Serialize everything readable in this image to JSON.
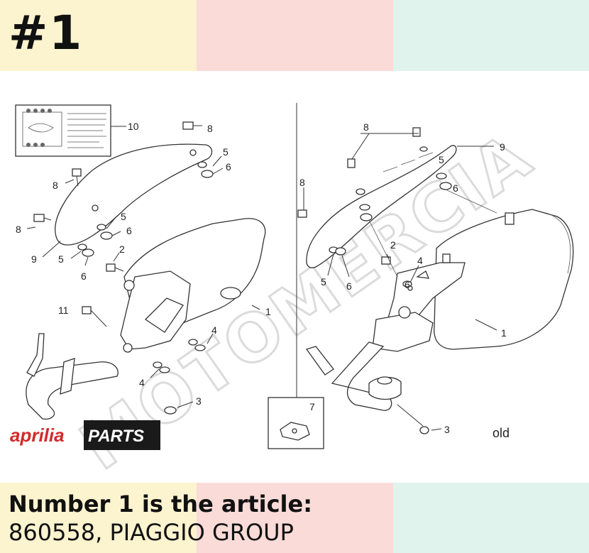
{
  "badge": "#1",
  "palette": {
    "yellow": "#fcf3cf",
    "pink": "#fadbd8",
    "mint": "#e0f3ec"
  },
  "watermark": "MOTOMERCIA",
  "logo": {
    "brand": "aprilia",
    "parts": "PARTS"
  },
  "callouts": {
    "left": [
      "10",
      "8",
      "5",
      "6",
      "8",
      "8",
      "5",
      "6",
      "9",
      "5",
      "6",
      "2",
      "1",
      "11",
      "4",
      "4",
      "3"
    ],
    "right": [
      "8",
      "9",
      "8",
      "5",
      "6",
      "2",
      "4",
      "6",
      "5",
      "6",
      "1",
      "7",
      "3"
    ]
  },
  "variant_label": "old",
  "caption": {
    "line1": "Number 1 is the article:",
    "line2": "860558, PIAGGIO GROUP"
  }
}
